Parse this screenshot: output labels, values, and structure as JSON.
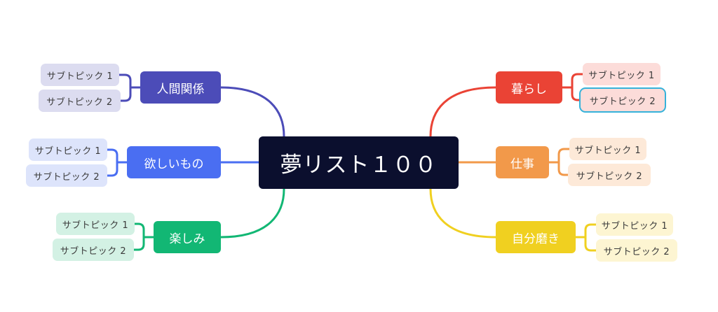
{
  "central": {
    "label": "夢リスト１００",
    "color": "#0b0f2e"
  },
  "branches": [
    {
      "label": "人間関係",
      "side": "left",
      "color": "#4c4cb8",
      "sub_bg": "#dcdcf0",
      "subtopics": [
        {
          "label": "サブトピック 1"
        },
        {
          "label": "サブトピック 2"
        }
      ]
    },
    {
      "label": "欲しいもの",
      "side": "left",
      "color": "#4a6ef2",
      "sub_bg": "#dde4fb",
      "subtopics": [
        {
          "label": "サブトピック 1"
        },
        {
          "label": "サブトピック 2"
        }
      ]
    },
    {
      "label": "楽しみ",
      "side": "left",
      "color": "#12b774",
      "sub_bg": "#d3f1e4",
      "subtopics": [
        {
          "label": "サブトピック 1"
        },
        {
          "label": "サブトピック 2"
        }
      ]
    },
    {
      "label": "暮らし",
      "side": "right",
      "color": "#ea4335",
      "sub_bg": "#fcdcd9",
      "subtopics": [
        {
          "label": "サブトピック 1"
        },
        {
          "label": "サブトピック 2",
          "selected": true
        }
      ]
    },
    {
      "label": "仕事",
      "side": "right",
      "color": "#f2994a",
      "sub_bg": "#fde9d8",
      "subtopics": [
        {
          "label": "サブトピック 1"
        },
        {
          "label": "サブトピック 2"
        }
      ]
    },
    {
      "label": "自分磨き",
      "side": "right",
      "color": "#f0d020",
      "sub_bg": "#fdf5d2",
      "subtopics": [
        {
          "label": "サブトピック 1"
        },
        {
          "label": "サブトピック 2"
        }
      ]
    }
  ]
}
